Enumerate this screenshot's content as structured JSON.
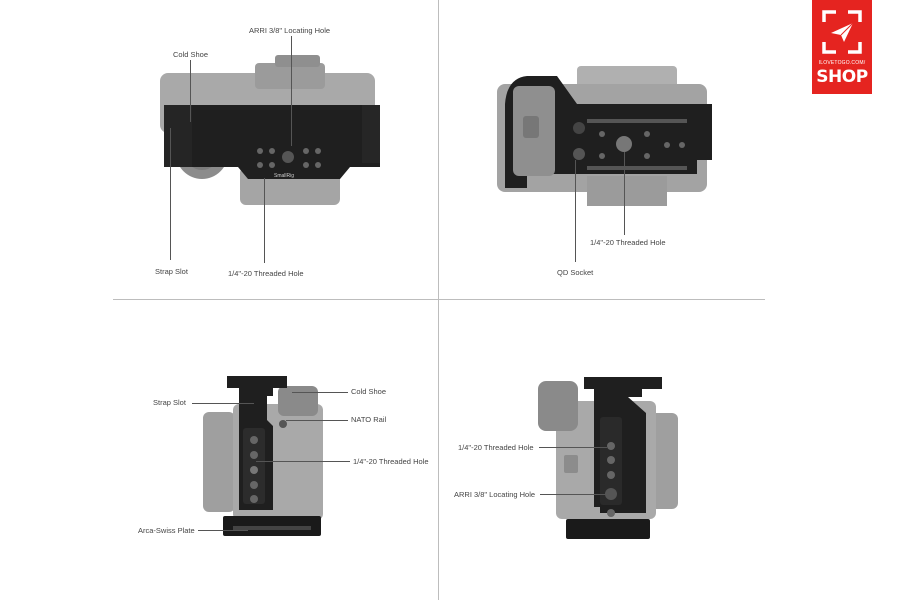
{
  "brand": {
    "url_text": "ILOVETOGO.COM/",
    "shop_text": "SHOP",
    "color": "#e52420"
  },
  "colors": {
    "camera_body": "#9a9a9a",
    "cage_black": "#1e1e1e",
    "divider": "#bdbdbd"
  },
  "panels": {
    "top_view": {
      "labels": {
        "arri": "ARRI 3/8\" Locating Hole",
        "cold_shoe": "Cold Shoe",
        "strap_slot": "Strap Slot",
        "threaded_hole": "1/4\"-20 Threaded Hole"
      },
      "engraving": "SmallRig"
    },
    "bottom_view": {
      "labels": {
        "threaded_hole": "1/4\"-20 Threaded Hole",
        "qd_socket": "QD Socket"
      }
    },
    "left_side": {
      "labels": {
        "strap_slot": "Strap Slot",
        "cold_shoe": "Cold Shoe",
        "nato_rail": "NATO Rail",
        "threaded_hole": "1/4\"-20 Threaded Hole",
        "arca_plate": "Arca-Swiss Plate"
      }
    },
    "right_side": {
      "labels": {
        "threaded_hole": "1/4\"-20 Threaded Hole",
        "arri": "ARRI 3/8\" Locating Hole"
      }
    }
  }
}
